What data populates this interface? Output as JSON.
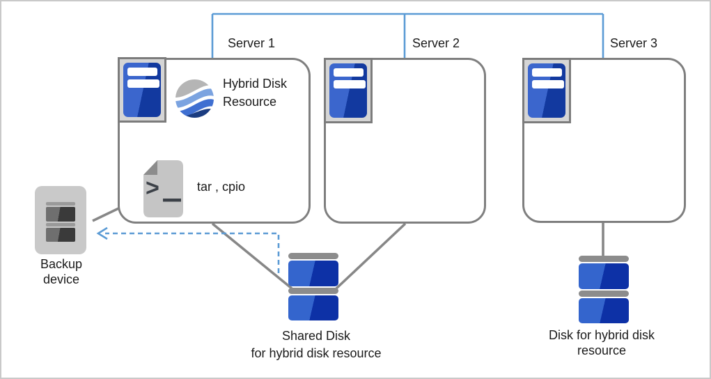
{
  "diagram": {
    "servers": [
      {
        "label": "Server 1"
      },
      {
        "label": "Server 2"
      },
      {
        "label": "Server 3"
      }
    ],
    "server1": {
      "resource_label": "Hybrid Disk Resource",
      "backup_commands_label": "tar , cpio"
    },
    "backup_device": {
      "label": "Backup device"
    },
    "shared_disk": {
      "label_line1": "Shared Disk",
      "label_line2": "for hybrid disk resource"
    },
    "hybrid_disk": {
      "label": "Disk for hybrid disk resource"
    },
    "icons": {
      "server": "server-icon",
      "hybrid_disk_resource": "hybrid-disk-resource-globe-icon",
      "backup_commands": "script-file-icon",
      "backup_device": "backup-device-icon",
      "shared_disk": "shared-disk-icon",
      "hybrid_disk": "hybrid-disk-icon"
    },
    "colors": {
      "interconnect_blue": "#5b9bd5",
      "connector_gray": "#808080",
      "box_border_gray": "#7f7f7f",
      "server_icon_blue_light": "#3b66cd",
      "server_icon_blue_dark": "#12399f",
      "disk_blue_light": "#3465cd",
      "disk_blue_dark": "#0d31a6",
      "globe_gray": "#b5b5b5",
      "globe_light_blue": "#7ba3e0",
      "globe_mid_blue": "#3f6fd1",
      "globe_navy": "#1b3c80",
      "device_gray": "#c9c9c9"
    }
  }
}
